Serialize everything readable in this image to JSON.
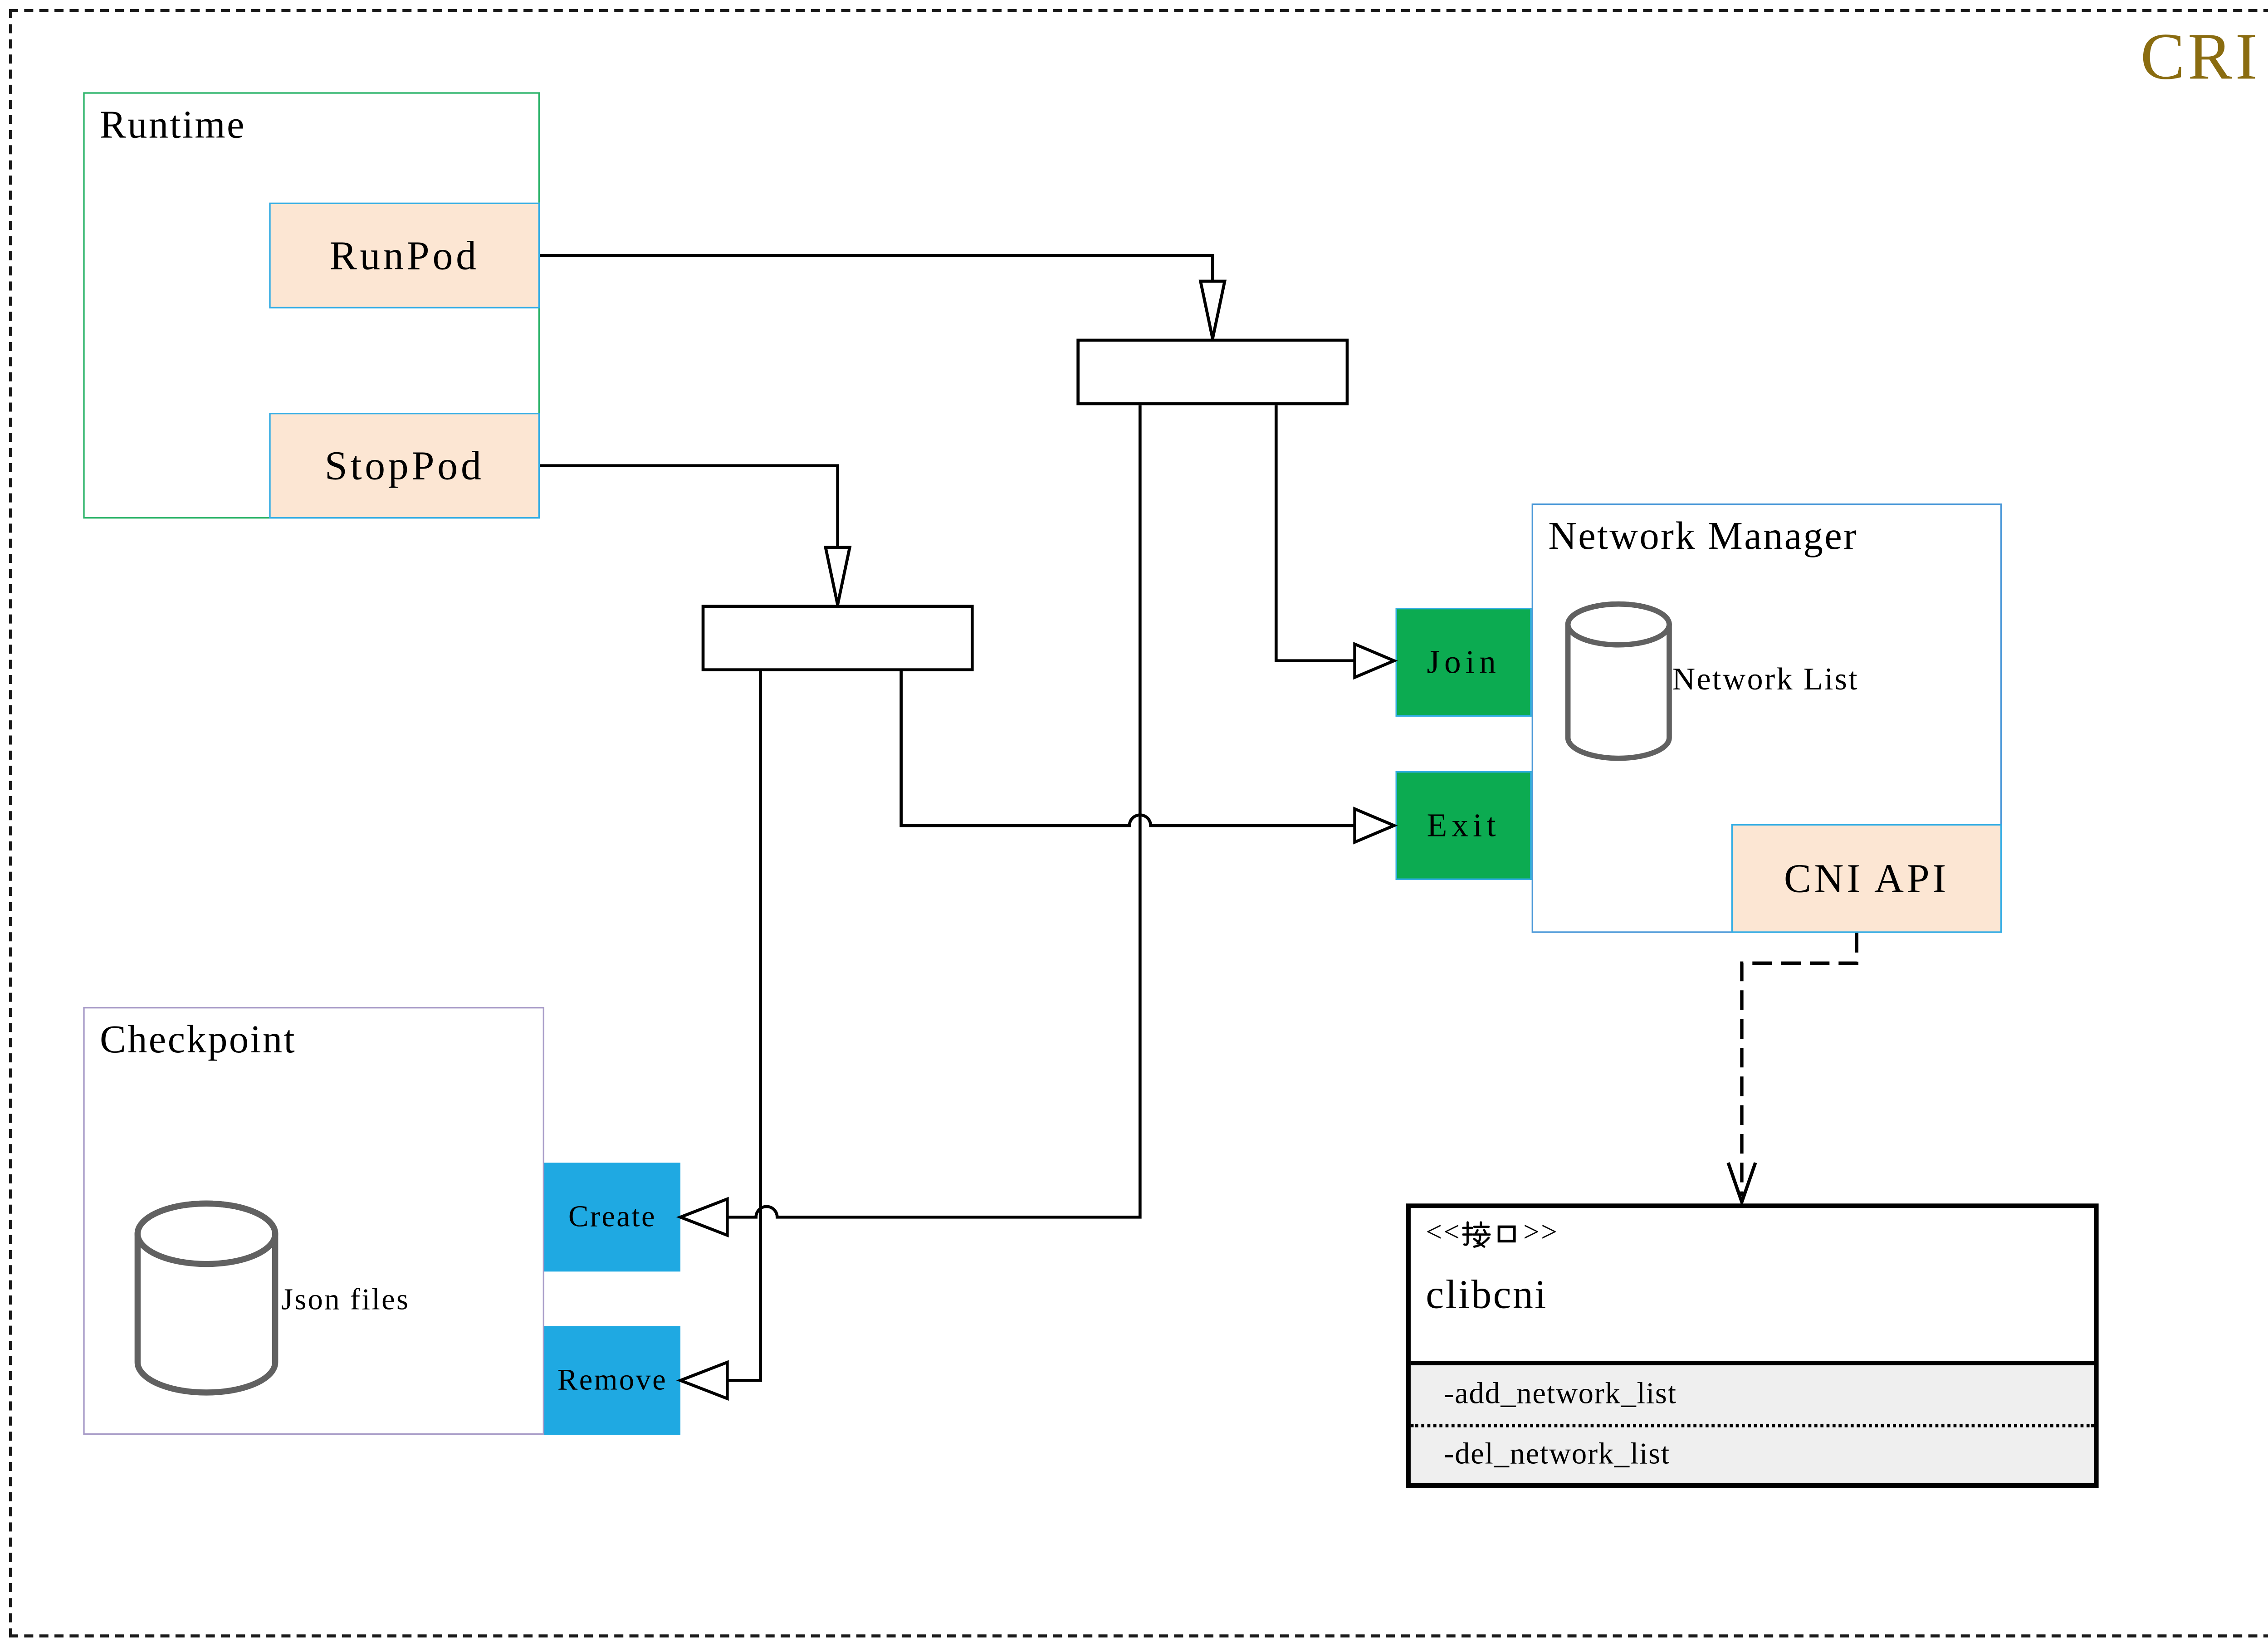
{
  "page": {
    "badge": "CRI"
  },
  "colors": {
    "badge_gold": "#8a6c10",
    "runtime_border": "#2eb46b",
    "checkpoint_border": "#a89cc8",
    "network_manager_border": "#4a98d8",
    "action_box_border": "#33ade5",
    "peach_fill": "#fce6d3",
    "green_fill": "#0cab51",
    "blue_fill": "#1fa9e2",
    "cylinder_gray": "#616161",
    "members_bg": "#efefef",
    "line_black": "#000000"
  },
  "runtime": {
    "title": "Runtime",
    "actions": [
      {
        "label": "RunPod"
      },
      {
        "label": "StopPod"
      }
    ]
  },
  "checkpoint": {
    "title": "Checkpoint",
    "store_label": "Json files",
    "actions": [
      {
        "label": "Create"
      },
      {
        "label": "Remove"
      }
    ]
  },
  "network_manager": {
    "title": "Network Manager",
    "store_label": "Network List",
    "api_label": "CNI API",
    "actions": [
      {
        "label": "Join"
      },
      {
        "label": "Exit"
      }
    ]
  },
  "cni_interface": {
    "stereotype": "<<接口>>",
    "stereotype_open": "<<",
    "stereotype_word": "接口",
    "stereotype_close": ">>",
    "name": "clibcni",
    "members": [
      {
        "label": "-add_network_list"
      },
      {
        "label": "-del_network_list"
      }
    ]
  }
}
